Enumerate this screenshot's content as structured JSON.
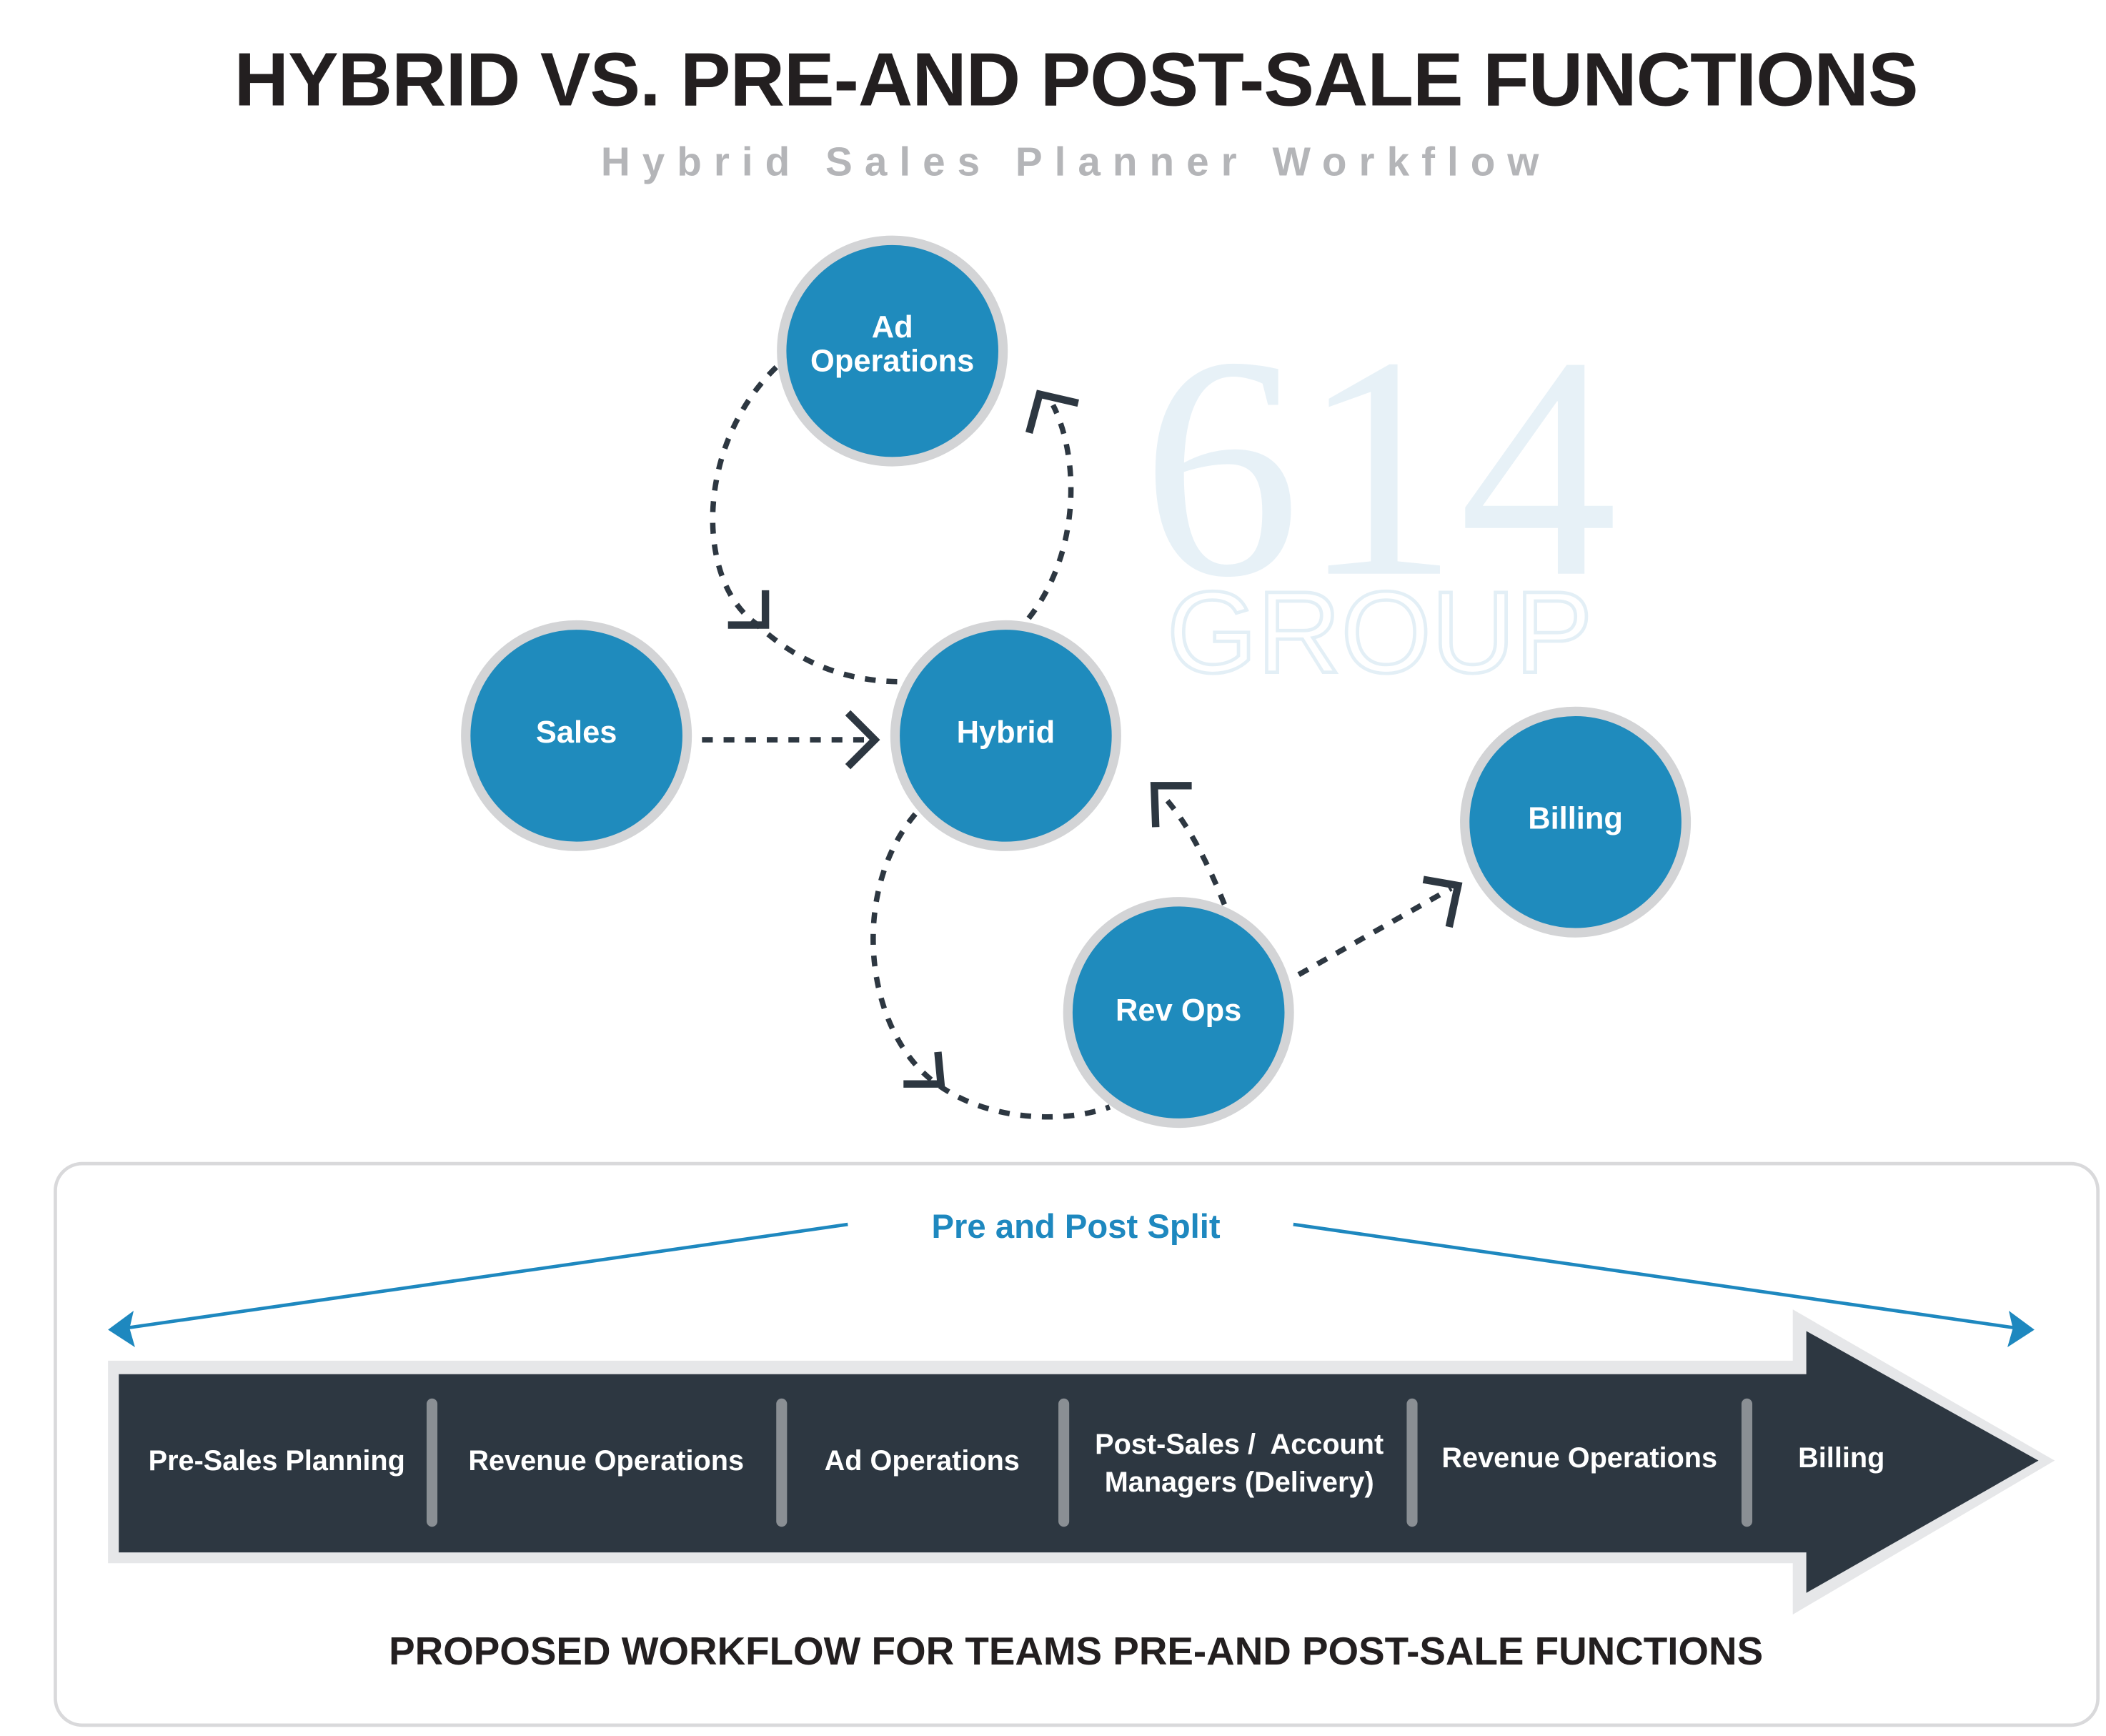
{
  "header": {
    "title": "HYBRID VS. PRE-AND POST-SALE FUNCTIONS",
    "subtitle": "Hybrid Sales Planner Workflow"
  },
  "diagram": {
    "nodes": {
      "ad_operations": [
        "Ad",
        "Operations"
      ],
      "sales": "Sales",
      "hybrid": "Hybrid",
      "billing": "Billing",
      "rev_ops": "Rev Ops"
    },
    "colors": {
      "node": "#1f8bbd",
      "node_border": "#d3d4d6",
      "arrow": "#2d3741"
    },
    "watermark": {
      "number": "614",
      "text": "GROUP"
    }
  },
  "workflow": {
    "split_label": "Pre and Post Split",
    "stages": [
      {
        "label": "Pre-Sales Planning"
      },
      {
        "label": "Revenue Operations"
      },
      {
        "label": "Ad Operations"
      },
      {
        "label_lines": [
          "Post-Sales /  Account",
          "Managers (Delivery)"
        ]
      },
      {
        "label": "Revenue Operations"
      },
      {
        "label": "Billing"
      }
    ],
    "caption": "PROPOSED WORKFLOW FOR TEAMS PRE-AND POST-SALE FUNCTIONS",
    "colors": {
      "arrow": "#2d3741",
      "accent": "#1e88bf"
    }
  }
}
